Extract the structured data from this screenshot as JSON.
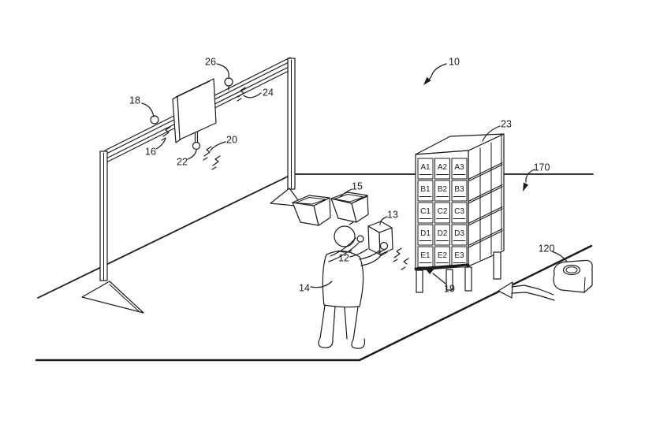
{
  "figure": {
    "type": "patent-line-drawing",
    "description": "Isometric warehouse materials-handling scene: overhead rail with imaging panel, worker placing a box into a labeled bin shelf, totes, and floor scanner device",
    "colors": {
      "ink": "#1b1b1b",
      "background": "#ffffff"
    },
    "labels": {
      "n10": "10",
      "n12": "12",
      "n13": "13",
      "n14": "14",
      "n15": "15",
      "n16": "16",
      "n18": "18",
      "n19": "19",
      "n20": "20",
      "n22": "22",
      "n23": "23",
      "n24": "24",
      "n26": "26",
      "n120": "120",
      "n170": "170"
    },
    "bins": [
      [
        "A1",
        "A2",
        "A3"
      ],
      [
        "B1",
        "B2",
        "B3"
      ],
      [
        "C1",
        "C2",
        "C3"
      ],
      [
        "D1",
        "D2",
        "D3"
      ],
      [
        "E1",
        "E2",
        "E3"
      ]
    ]
  }
}
